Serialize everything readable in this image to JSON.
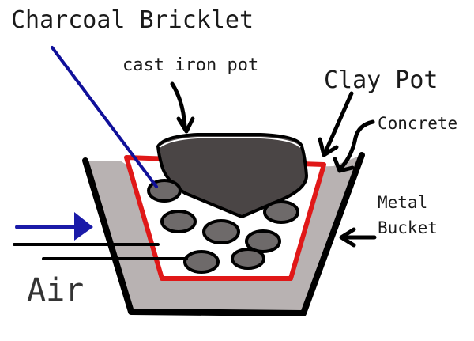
{
  "labels": {
    "charcoal_bricklet": "Charcoal Bricklet",
    "cast_iron_pot": "cast iron pot",
    "clay_pot": "Clay Pot",
    "concrete": "Concrete",
    "metal": "Metal",
    "bucket": "Bucket",
    "air": "Air"
  },
  "colors": {
    "concrete_fill": "#b8b2b2",
    "clay_pot_outline": "#e01818",
    "cast_iron_fill": "#4a4545",
    "charcoal_fill": "#6e6a6a",
    "air_arrow": "#1a1aa8",
    "pointer_line_charcoal": "#10109a",
    "ink": "#000000"
  }
}
